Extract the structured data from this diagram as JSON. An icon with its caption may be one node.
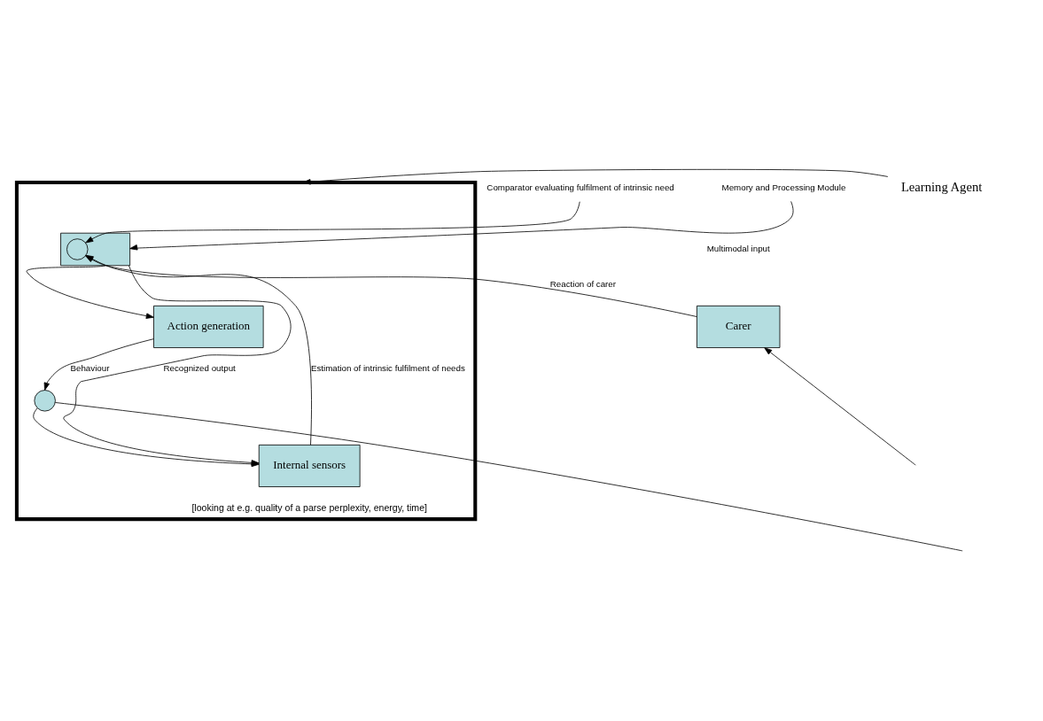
{
  "diagram": {
    "nodes": [
      {
        "text": [
          "Learning Agent"
        ]
      },
      {
        "text": [],
        "shape": "box"
      },
      {
        "text": [
          "Comparator evaluating fulfilment of intrinsic need"
        ]
      },
      {
        "text": [
          "Memory and Processing Module"
        ]
      },
      {
        "text": [],
        "shape": "box",
        "in": 1
      },
      {
        "text": [],
        "shape": "circle",
        "in": 4
      },
      {
        "text": [
          "Action generation"
        ],
        "in": 1
      },
      {
        "text": [
          "Internal sensors"
        ],
        "in": 1,
        "beside": [
          "[looking at e.g. quality of a parse perplexity, energy, time]"
        ]
      },
      {
        "text": [],
        "shape": "circle",
        "in": 1
      },
      {
        "text": [
          "Carer"
        ]
      }
    ],
    "edges": [
      {
        "from": 0,
        "to": 1,
        "arrow": "to"
      },
      {
        "from": 2,
        "to": 5,
        "arrow": "to"
      },
      {
        "from": 3,
        "to": 4,
        "arrow": "to"
      },
      {
        "from": 9,
        "to": 5,
        "arrow": "to",
        "label": "Reaction of carer"
      },
      {
        "from": 4,
        "to": 6,
        "arrow": "to"
      },
      {
        "from": 4,
        "to": 7,
        "arrow": "to",
        "label": "Recognized output"
      },
      {
        "from": 7,
        "to": 5,
        "arrow": "to",
        "label": "Estimation of intrinsic fulfilment of needs"
      },
      {
        "from": 6,
        "to": 8,
        "arrow": "to",
        "label": "Behaviour"
      },
      {
        "from": 8,
        "to": 7,
        "arrow": "to"
      },
      {
        "from": 8,
        "to": null,
        "arrow": "none"
      },
      {
        "from": null,
        "to": 9,
        "arrow": "to"
      }
    ],
    "labels": [
      "Multimodal input"
    ]
  }
}
